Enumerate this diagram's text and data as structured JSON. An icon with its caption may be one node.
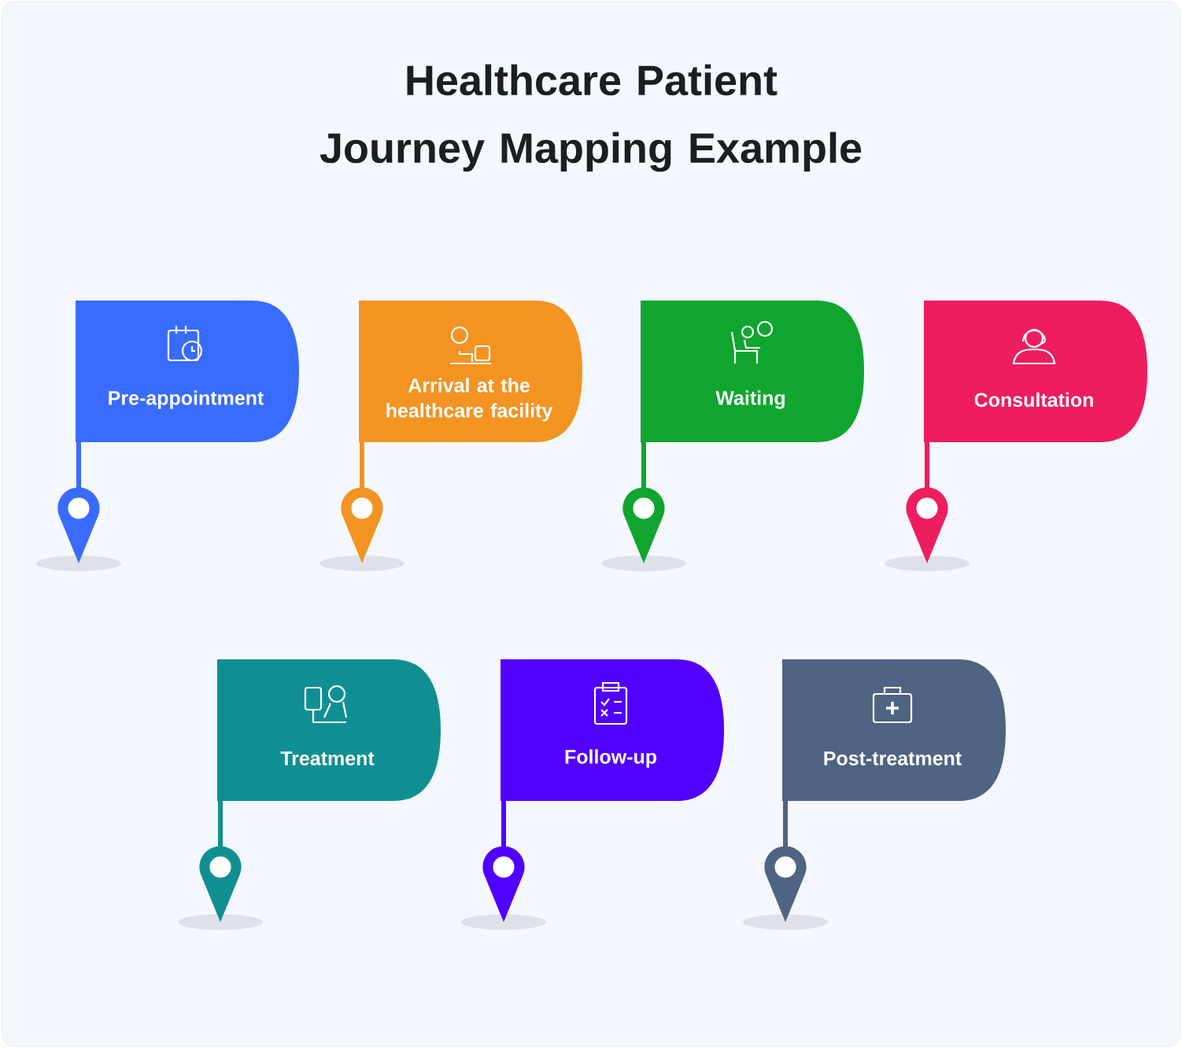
{
  "diagram": {
    "title": "Healthcare Patient Journey Mapping Example",
    "nodes": [
      {
        "text": [
          "Pre-appointment"
        ]
      },
      {
        "text": [
          "Arrival at the healthcare facility"
        ]
      },
      {
        "text": [
          "Waiting"
        ]
      },
      {
        "text": [
          "Consultation"
        ]
      },
      {
        "text": [
          "Treatment"
        ]
      },
      {
        "text": [
          "Follow-up"
        ]
      },
      {
        "text": [
          "Post-treatment"
        ]
      }
    ]
  }
}
